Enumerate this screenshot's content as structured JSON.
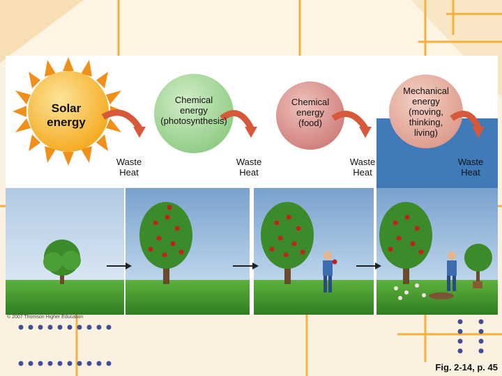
{
  "diagram": {
    "solar_label": "Solar energy",
    "stages": [
      {
        "label_lines": [
          "Chemical",
          "energy",
          "(photosynthesis)"
        ]
      },
      {
        "label_lines": [
          "Chemical",
          "energy",
          "(food)"
        ]
      },
      {
        "label_lines": [
          "Mechanical",
          "energy",
          "(moving,",
          "thinking,",
          "living)"
        ]
      }
    ],
    "waste_heat_lines": [
      "Waste",
      "Heat"
    ],
    "credit": "© 2007 Thomson Higher Education",
    "figure_ref": "Fig. 2-14, p. 45"
  },
  "colors": {
    "background": "#fbf1e0",
    "accent_orange": "#f5b041",
    "dot_blue": "#2d3e8f",
    "sky": "#3d86c6",
    "grass": "#3f9a2f",
    "chemical_circle": "#a8d8a0",
    "food_circle": "#d98e8e",
    "mechanical_circle": "#e3a79a",
    "arrow": "#d65a3a",
    "sun": "#f4a81c"
  }
}
